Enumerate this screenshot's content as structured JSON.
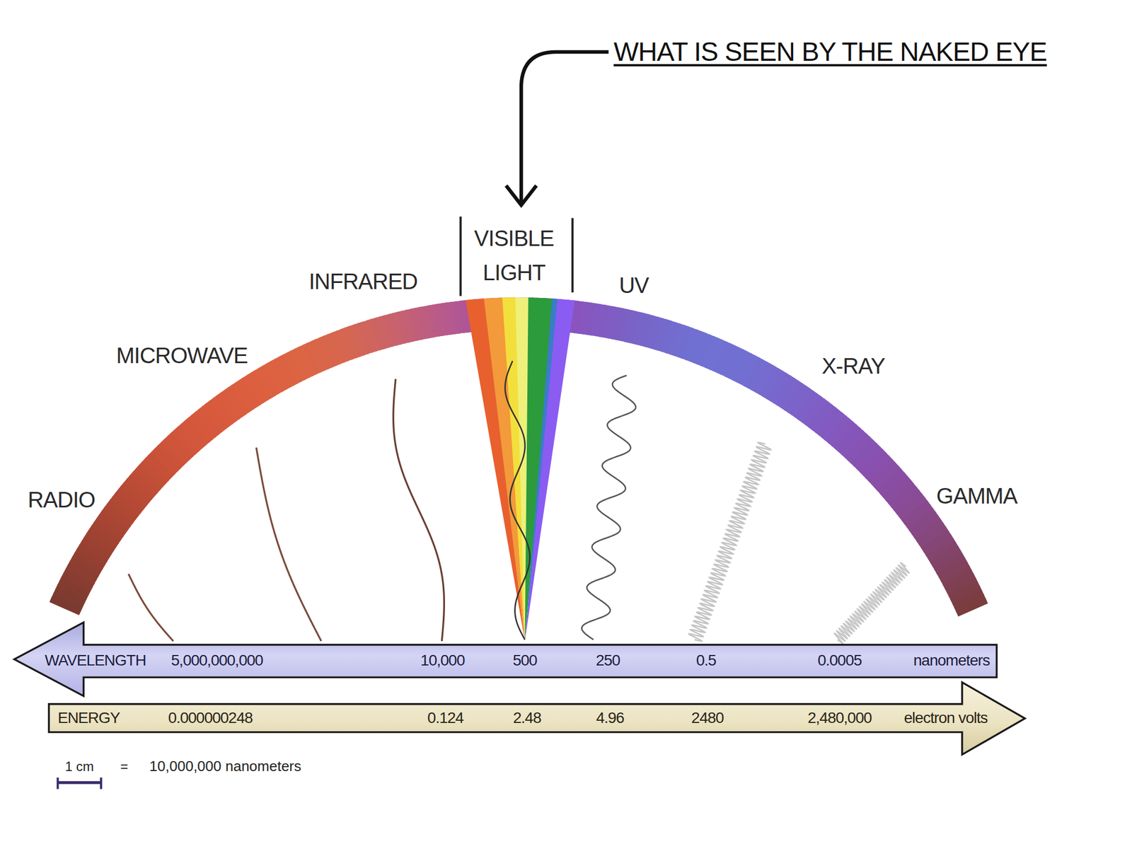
{
  "diagram": {
    "nodes": [
      {
        "text": [
          "WAVELENGTH",
          "5,000,000,000",
          "10,000",
          "500",
          "250",
          "0.5",
          "0.0005",
          "nanometers"
        ]
      },
      {
        "text": [
          "ENERGY",
          "0.000000248",
          "0.124",
          "2.48",
          "4.96",
          "2480",
          "2,480,000",
          "electron volts"
        ]
      }
    ],
    "labels": [
      "WHAT IS SEEN BY THE NAKED EYE",
      "VISIBLE LIGHT",
      "INFRARED",
      "UV",
      "MICROWAVE",
      "X-RAY",
      "RADIO",
      "GAMMA",
      "1 cm",
      "=",
      "10,000,000 nanometers"
    ]
  }
}
